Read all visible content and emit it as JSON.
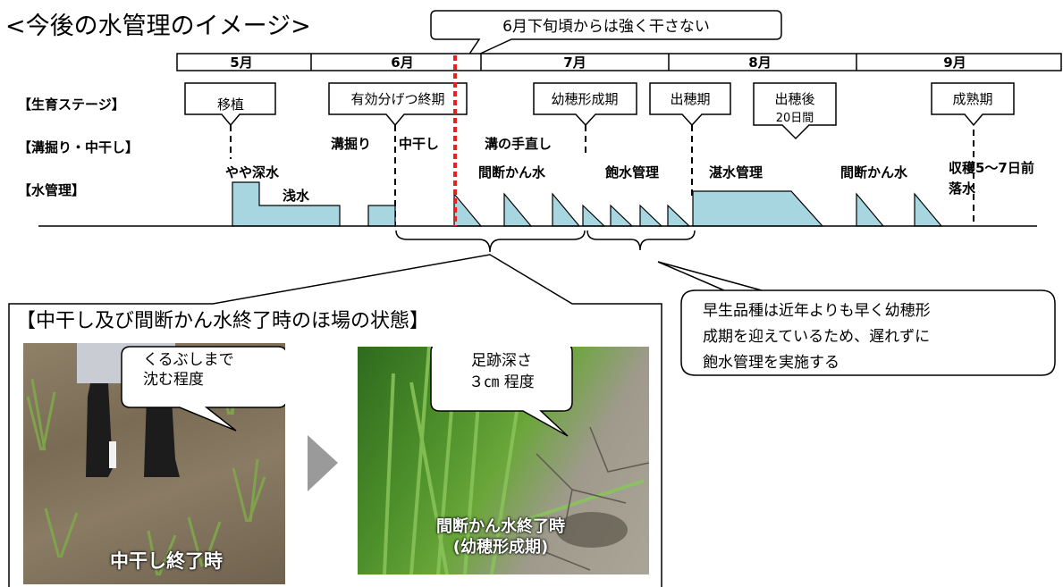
{
  "title": "<今後の水管理のイメージ>",
  "callout_top": "6月下旬頃からは強く干さない",
  "months": [
    "5月",
    "6月",
    "7月",
    "8月",
    "9月"
  ],
  "row_labels": {
    "stage": "【生育ステージ】",
    "ditch": "【溝掘り・中干し】",
    "water": "【水管理】"
  },
  "stages": {
    "transplant": "移植",
    "tiller_end": "有効分げつ終期",
    "panicle": "幼穂形成期",
    "heading": "出穂期",
    "after_heading_1": "出穂後",
    "after_heading_2": "20日間",
    "maturity": "成熟期"
  },
  "ditch_labels": {
    "dig": "溝掘り",
    "midseason": "中干し",
    "redo": "溝の手直し"
  },
  "water_labels": {
    "slightly_deep": "やや深水",
    "shallow": "浅水",
    "intermittent1": "間断かん水",
    "saturated": "飽水管理",
    "flooded": "湛水管理",
    "intermittent2": "間断かん水",
    "drain_1": "収穫5〜7日前",
    "drain_2": "落水"
  },
  "callout_bottom": {
    "line1": "早生品種は近年よりも早く幼穂形",
    "line2": "成期を迎えているため、遅れずに",
    "line3": "飽水管理を実施する"
  },
  "panel": {
    "title": "【中干し及び間断かん水終了時のほ場の状態】",
    "photo1_bubble_1": "くるぶしまで",
    "photo1_bubble_2": "沈む程度",
    "photo1_caption": "中干し終了時",
    "photo2_bubble_1": "足跡深さ",
    "photo2_bubble_2": "３㎝ 程度",
    "photo2_caption_1": "間断かん水終了時",
    "photo2_caption_2": "(幼穂形成期)"
  },
  "colors": {
    "water_fill": "#a7d6e1",
    "cutoff_line": "#e8201e",
    "arrow_gray": "#9a9a9a"
  }
}
